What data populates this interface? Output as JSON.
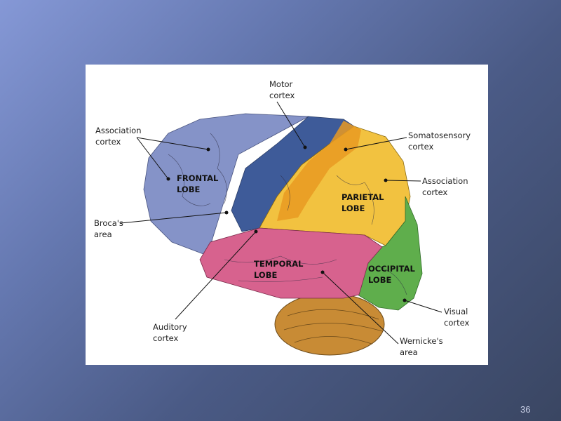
{
  "diagram": {
    "colors": {
      "frontal": "#8593c8",
      "motor": "#3e5b99",
      "parietal": "#f2c240",
      "somatosensory": "#e99a22",
      "temporal": "#d7628e",
      "occipital": "#5fae4c",
      "cerebellum": "#c88b35"
    },
    "lobes": {
      "frontal": [
        "FRONTAL",
        "LOBE"
      ],
      "parietal": [
        "PARIETAL",
        "LOBE"
      ],
      "temporal": [
        "TEMPORAL",
        "LOBE"
      ],
      "occipital": [
        "OCCIPITAL",
        "LOBE"
      ]
    },
    "labels": {
      "motor": [
        "Motor",
        "cortex"
      ],
      "association_left": [
        "Association",
        "cortex"
      ],
      "somatosensory": [
        "Somatosensory",
        "cortex"
      ],
      "association_right": [
        "Association",
        "cortex"
      ],
      "broca": [
        "Broca's",
        "area"
      ],
      "visual": [
        "Visual",
        "cortex"
      ],
      "auditory": [
        "Auditory",
        "cortex"
      ],
      "wernicke": [
        "Wernicke's",
        "area"
      ]
    }
  },
  "slide_number": "36"
}
